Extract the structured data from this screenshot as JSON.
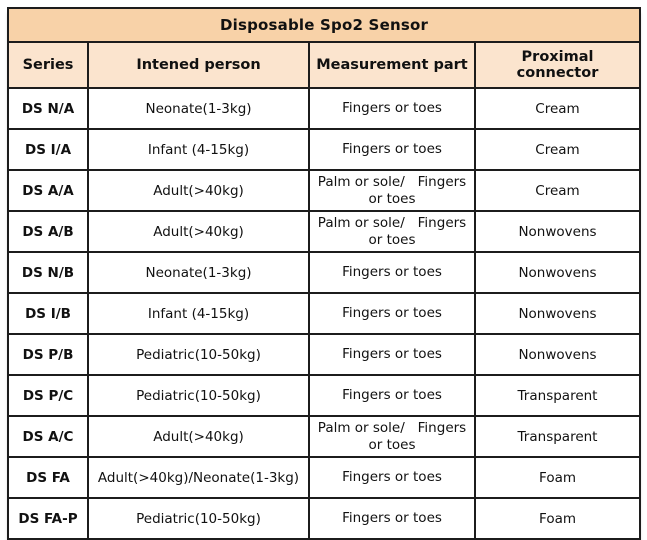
{
  "table": {
    "title": "Disposable Spo2 Sensor",
    "columns": {
      "series": "Series",
      "person": "Intened person",
      "part": "Measurement part",
      "connector": "Proximal connector"
    },
    "rows": [
      {
        "series": "DS N/A",
        "person": "Neonate(1-3kg)",
        "part": "Fingers or toes",
        "connector": "Cream"
      },
      {
        "series": "DS I/A",
        "person": "Infant (4-15kg)",
        "part": "Fingers or toes",
        "connector": "Cream"
      },
      {
        "series": "DS A/A",
        "person": "Adult(>40kg)",
        "part": "Palm or sole/   Fingers\nor toes",
        "connector": "Cream"
      },
      {
        "series": "DS A/B",
        "person": "Adult(>40kg)",
        "part": "Palm or sole/   Fingers\nor toes",
        "connector": "Nonwovens"
      },
      {
        "series": "DS N/B",
        "person": "Neonate(1-3kg)",
        "part": "Fingers or toes",
        "connector": "Nonwovens"
      },
      {
        "series": "DS I/B",
        "person": "Infant (4-15kg)",
        "part": "Fingers or toes",
        "connector": "Nonwovens"
      },
      {
        "series": "DS P/B",
        "person": "Pediatric(10-50kg)",
        "part": "Fingers or toes",
        "connector": "Nonwovens"
      },
      {
        "series": "DS P/C",
        "person": "Pediatric(10-50kg)",
        "part": "Fingers or toes",
        "connector": "Transparent"
      },
      {
        "series": "DS A/C",
        "person": "Adult(>40kg)",
        "part": "Palm or sole/   Fingers\nor toes",
        "connector": "Transparent"
      },
      {
        "series": "DS FA",
        "person": "Adult(>40kg)/Neonate(1-3kg)",
        "part": "Fingers or toes",
        "connector": "Foam"
      },
      {
        "series": "DS FA-P",
        "person": "Pediatric(10-50kg)",
        "part": "Fingers or toes",
        "connector": "Foam"
      }
    ],
    "colors": {
      "title_bg": "#f8d2a8",
      "header_bg": "#fbe4ce",
      "grid_border": "#1c1c1c",
      "row_bg": "#ffffff",
      "shadow": "#c3c3c3"
    }
  }
}
